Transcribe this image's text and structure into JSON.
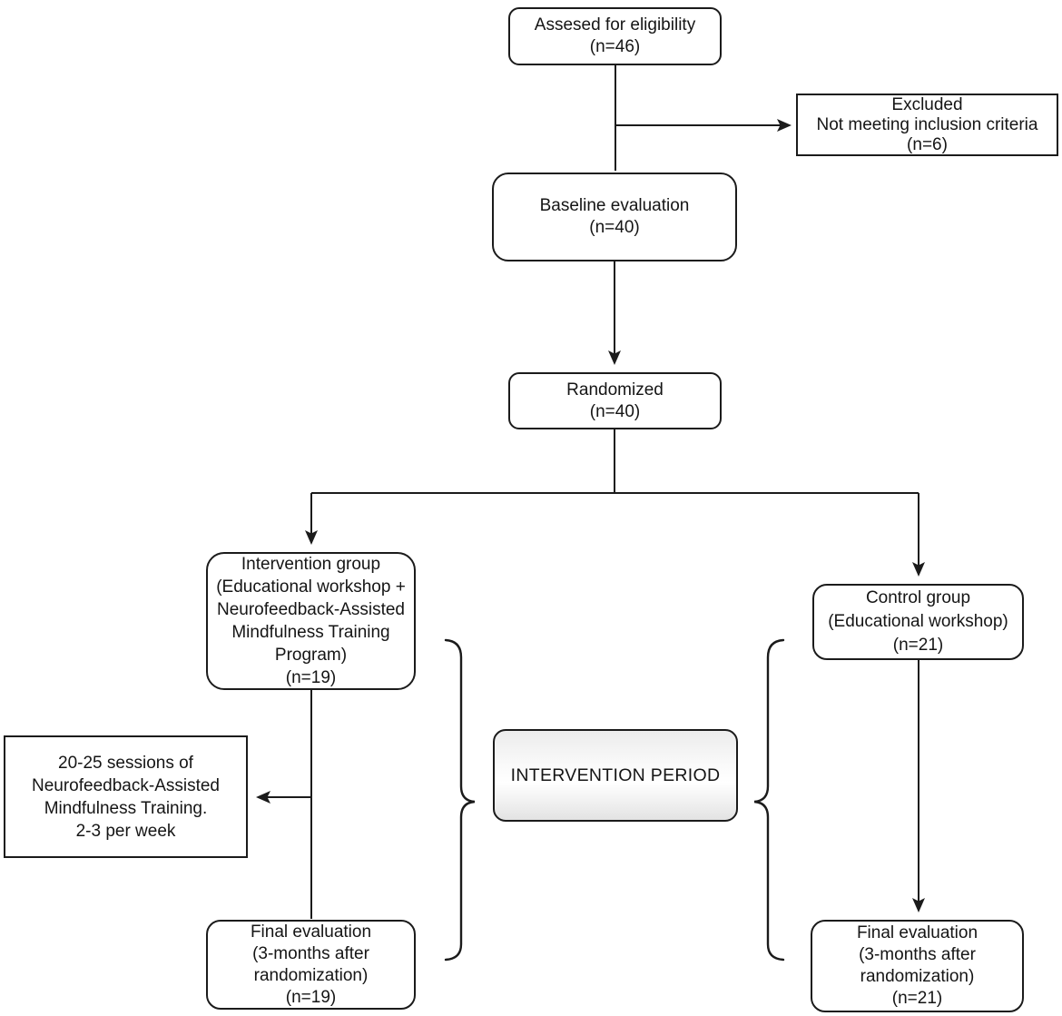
{
  "boxes": {
    "eligibility": {
      "lines": [
        "Assesed for eligibility",
        "(n=46)"
      ]
    },
    "excluded": {
      "lines": [
        "Excluded",
        "Not meeting inclusion criteria",
        "(n=6)"
      ]
    },
    "baseline": {
      "lines": [
        "Baseline evaluation",
        "(n=40)"
      ]
    },
    "randomized": {
      "lines": [
        "Randomized",
        "(n=40)"
      ]
    },
    "intervention_group": {
      "lines": [
        "Intervention group",
        "(Educational workshop +",
        "Neurofeedback-Assisted",
        "Mindfulness Training",
        "Program)",
        "(n=19)"
      ]
    },
    "control_group": {
      "lines": [
        "Control group",
        "(Educational workshop)",
        "(n=21)"
      ]
    },
    "sessions": {
      "lines": [
        "20-25 sessions of",
        "Neurofeedback-Assisted",
        "Mindfulness Training.",
        "2-3 per week"
      ]
    },
    "intervention_period": {
      "label": "INTERVENTION PERIOD"
    },
    "final_left": {
      "lines": [
        "Final evaluation",
        "(3-months after",
        "randomization)",
        "(n=19)"
      ]
    },
    "final_right": {
      "lines": [
        "Final evaluation",
        "(3-months after",
        "randomization)",
        "(n=21)"
      ]
    }
  },
  "colors": {
    "stroke": "#1b1b1b",
    "text": "#151515",
    "background": "#ffffff",
    "period_gradient_top": "#ececec",
    "period_gradient_bottom": "#e3e3e3"
  }
}
